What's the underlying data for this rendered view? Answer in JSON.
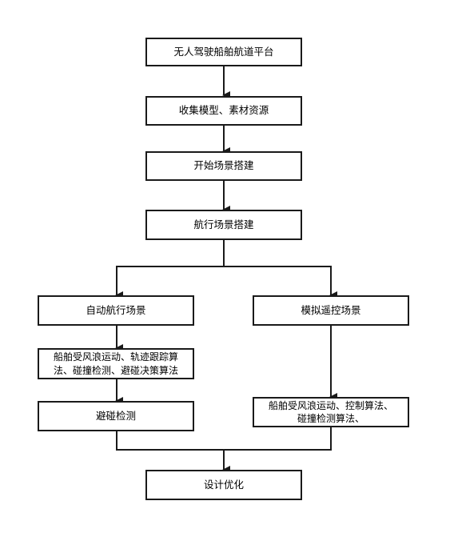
{
  "nodes": {
    "platform": "无人驾驶船舶航道平台",
    "collect": "收集模型、素材资源",
    "start_scene": "开始场景搭建",
    "nav_scene": "航行场景搭建",
    "auto_nav": "自动航行场景",
    "remote": "模拟遥控场景",
    "auto_algo_line1": "船舶受风浪运动、轨迹跟踪算",
    "auto_algo_line2": "法、碰撞检测、避碰决策算法",
    "remote_algo_line1": "船舶受风浪运动、控制算法、",
    "remote_algo_line2": "碰撞检测算法、",
    "avoid": "避碰检测",
    "optimize": "设计优化"
  },
  "colors": {
    "line": "#1a1a1a",
    "box_border": "#1a1a1a",
    "background": "#ffffff"
  }
}
